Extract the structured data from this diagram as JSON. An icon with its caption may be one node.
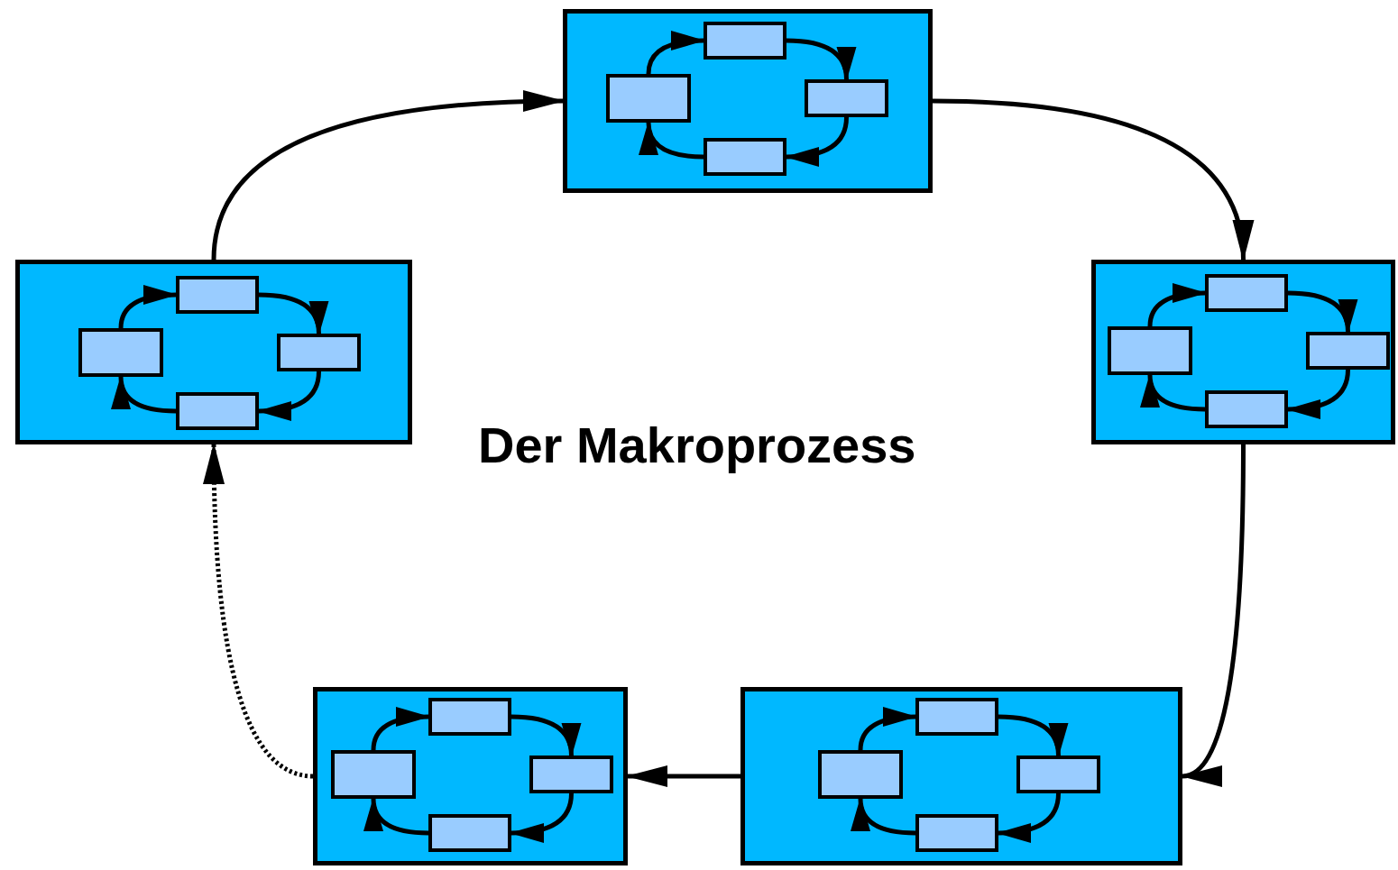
{
  "diagram": {
    "title": "Der Makroprozess",
    "nodes": [
      {
        "text": [],
        "shape": "box"
      },
      {
        "text": [],
        "shape": "box",
        "in": 0
      },
      {
        "text": [],
        "shape": "box",
        "in": 0
      },
      {
        "text": [],
        "shape": "box",
        "in": 0
      },
      {
        "text": [],
        "shape": "box",
        "in": 0
      },
      {
        "text": [],
        "shape": "box"
      },
      {
        "text": [],
        "shape": "box",
        "in": 5
      },
      {
        "text": [],
        "shape": "box",
        "in": 5
      },
      {
        "text": [],
        "shape": "box",
        "in": 5
      },
      {
        "text": [],
        "shape": "box",
        "in": 5
      },
      {
        "text": [],
        "shape": "box"
      },
      {
        "text": [],
        "shape": "box",
        "in": 10
      },
      {
        "text": [],
        "shape": "box",
        "in": 10
      },
      {
        "text": [],
        "shape": "box",
        "in": 10
      },
      {
        "text": [],
        "shape": "box",
        "in": 10
      },
      {
        "text": [],
        "shape": "box"
      },
      {
        "text": [],
        "shape": "box",
        "in": 15
      },
      {
        "text": [],
        "shape": "box",
        "in": 15
      },
      {
        "text": [],
        "shape": "box",
        "in": 15
      },
      {
        "text": [],
        "shape": "box",
        "in": 15
      },
      {
        "text": [],
        "shape": "box"
      },
      {
        "text": [],
        "shape": "box",
        "in": 20
      },
      {
        "text": [],
        "shape": "box",
        "in": 20
      },
      {
        "text": [],
        "shape": "box",
        "in": 20
      },
      {
        "text": [],
        "shape": "box",
        "in": 20
      }
    ],
    "edges": [
      {
        "from": 2,
        "to": 1,
        "arrow": "to"
      },
      {
        "from": 1,
        "to": 3,
        "arrow": "to"
      },
      {
        "from": 3,
        "to": 4,
        "arrow": "to"
      },
      {
        "from": 4,
        "to": 2,
        "arrow": "to"
      },
      {
        "from": 7,
        "to": 6,
        "arrow": "to"
      },
      {
        "from": 6,
        "to": 8,
        "arrow": "to"
      },
      {
        "from": 8,
        "to": 9,
        "arrow": "to"
      },
      {
        "from": 9,
        "to": 7,
        "arrow": "to"
      },
      {
        "from": 12,
        "to": 11,
        "arrow": "to"
      },
      {
        "from": 11,
        "to": 13,
        "arrow": "to"
      },
      {
        "from": 13,
        "to": 14,
        "arrow": "to"
      },
      {
        "from": 14,
        "to": 12,
        "arrow": "to"
      },
      {
        "from": 17,
        "to": 16,
        "arrow": "to"
      },
      {
        "from": 16,
        "to": 18,
        "arrow": "to"
      },
      {
        "from": 18,
        "to": 19,
        "arrow": "to"
      },
      {
        "from": 19,
        "to": 17,
        "arrow": "to"
      },
      {
        "from": 22,
        "to": 21,
        "arrow": "to"
      },
      {
        "from": 21,
        "to": 23,
        "arrow": "to"
      },
      {
        "from": 23,
        "to": 24,
        "arrow": "to"
      },
      {
        "from": 24,
        "to": 22,
        "arrow": "to"
      },
      {
        "from": 5,
        "to": 0,
        "arrow": "to"
      },
      {
        "from": 0,
        "to": 10,
        "arrow": "to"
      },
      {
        "from": 10,
        "to": 20,
        "arrow": "to"
      },
      {
        "from": 20,
        "to": 15,
        "arrow": "to"
      },
      {
        "from": 15,
        "to": 5,
        "arrow": "to",
        "style": "dashed"
      }
    ]
  }
}
